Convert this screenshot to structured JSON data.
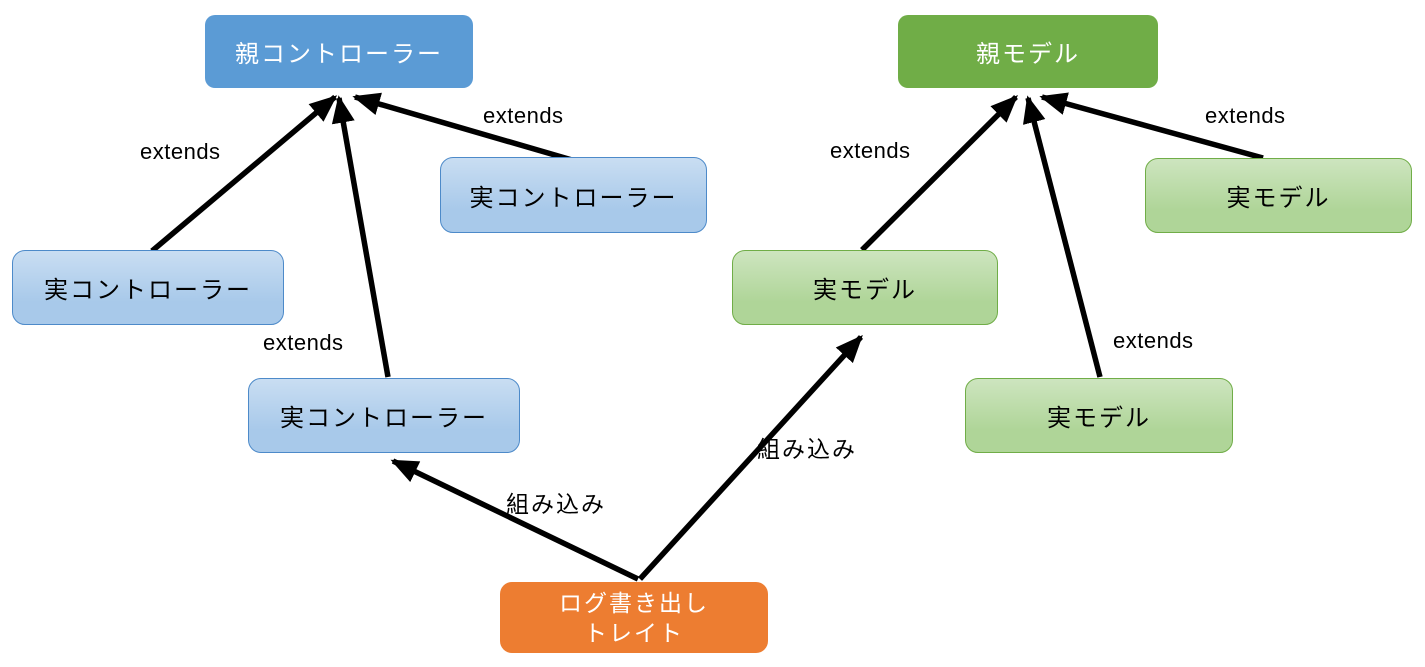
{
  "diagram": {
    "boxes": {
      "parent_controller": {
        "label": "親コントローラー"
      },
      "concrete_controller_left": {
        "label": "実コントローラー"
      },
      "concrete_controller_upper_right": {
        "label": "実コントローラー"
      },
      "concrete_controller_lower_mid": {
        "label": "実コントローラー"
      },
      "parent_model": {
        "label": "親モデル"
      },
      "concrete_model_mid": {
        "label": "実モデル"
      },
      "concrete_model_far_right": {
        "label": "実モデル"
      },
      "concrete_model_lower_right": {
        "label": "実モデル"
      },
      "log_trait": {
        "label_line1": "ログ書き出し",
        "label_line2": "トレイト"
      }
    },
    "edge_labels": {
      "extends_left_controller": "extends",
      "extends_upper_right_controller": "extends",
      "extends_lower_mid_controller": "extends",
      "extends_mid_model": "extends",
      "extends_far_right_model": "extends",
      "extends_lower_right_model": "extends",
      "include_controller": "組み込み",
      "include_model": "組み込み"
    },
    "colors": {
      "parent_controller_fill": "#5B9BD5",
      "concrete_controller_fill": "#A8C9EA",
      "concrete_controller_border": "#4D8AC9",
      "parent_model_fill": "#70AD47",
      "concrete_model_fill": "#AFD598",
      "concrete_model_border": "#70AD47",
      "trait_fill": "#ED7D31",
      "arrow_color": "#000000",
      "box_text_light": "#FFFFFF",
      "box_text_dark": "#000000"
    }
  }
}
